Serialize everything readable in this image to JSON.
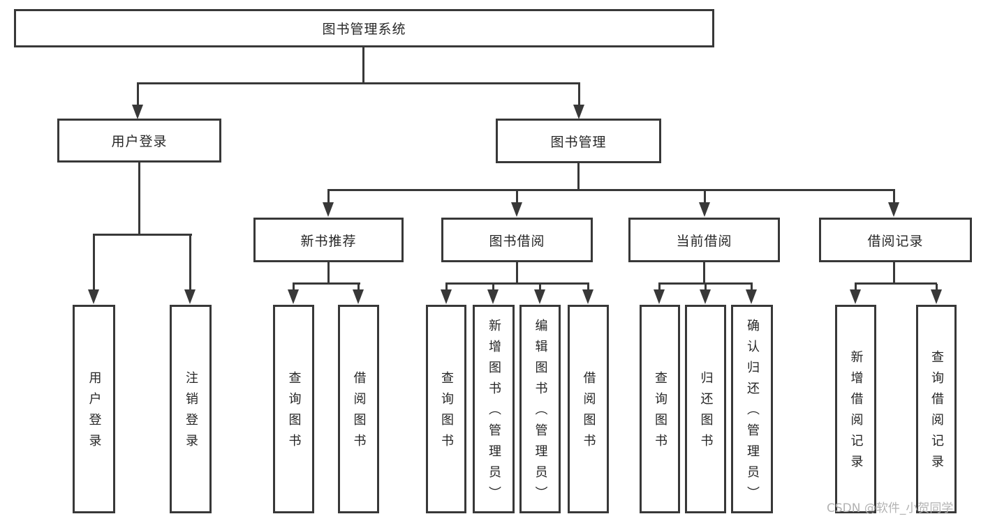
{
  "colors": {
    "background": "#ffffff",
    "line": "#383838",
    "box_border": "#383838",
    "text": "#262626",
    "watermark": "#b3b3b3"
  },
  "diagram": {
    "type": "hierarchy-tree",
    "root": {
      "label": "图书管理系统"
    },
    "level2": [
      {
        "label": "用户登录"
      },
      {
        "label": "图书管理"
      }
    ],
    "level3": [
      {
        "label": "新书推荐"
      },
      {
        "label": "图书借阅"
      },
      {
        "label": "当前借阅"
      },
      {
        "label": "借阅记录"
      }
    ],
    "leaves_user_login": [
      {
        "label": "用户登录"
      },
      {
        "label": "注销登录"
      }
    ],
    "leaves_new_book": [
      {
        "label": "查询图书"
      },
      {
        "label": "借阅图书"
      }
    ],
    "leaves_book_borrow": [
      {
        "label": "查询图书"
      },
      {
        "label": "新增图书（管理员）"
      },
      {
        "label": "编辑图书（管理员）"
      },
      {
        "label": "借阅图书"
      }
    ],
    "leaves_current_borrow": [
      {
        "label": "查询图书"
      },
      {
        "label": "归还图书"
      },
      {
        "label": "确认归还（管理员）"
      }
    ],
    "leaves_borrow_record": [
      {
        "label": "新增借阅记录"
      },
      {
        "label": "查询借阅记录"
      }
    ]
  },
  "watermark": {
    "text": "CSDN @软件_小贺同学"
  }
}
